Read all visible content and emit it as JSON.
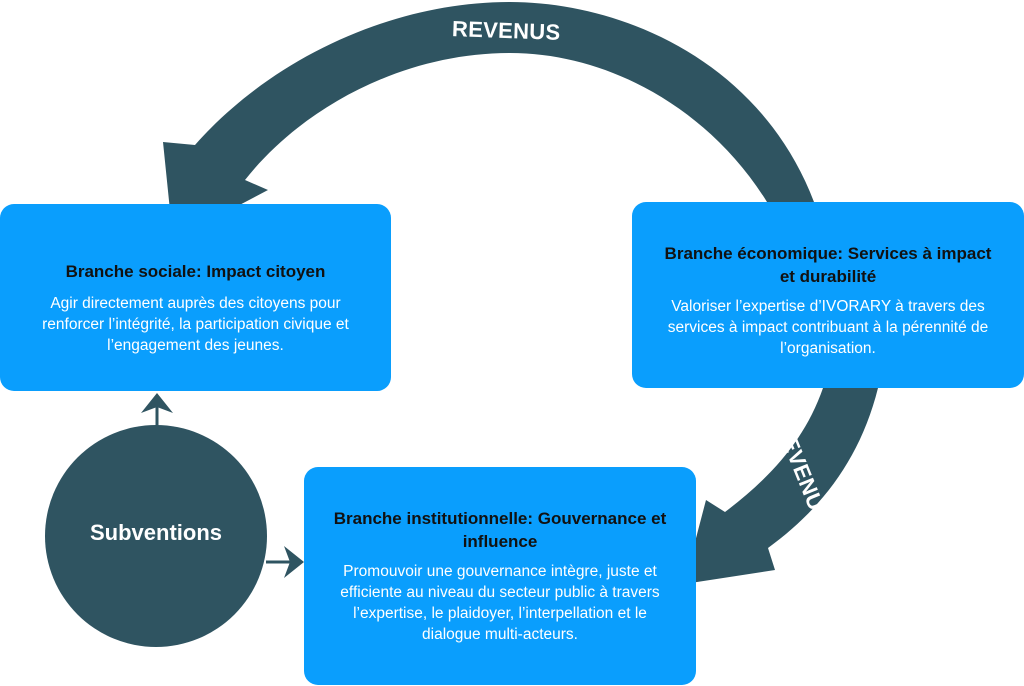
{
  "colors": {
    "box_fill": "#0a9efd",
    "arrow_dark": "#2f5461",
    "title_text": "#111111",
    "desc_text": "#ffffff"
  },
  "arrows": {
    "top_label": "REVENUS",
    "right_label": "REVENUS"
  },
  "source": {
    "label": "Subventions"
  },
  "branches": [
    {
      "title": "Branche sociale: Impact citoyen",
      "description": "Agir directement auprès des citoyens pour renforcer l’intégrité, la participation civique et l’engagement des jeunes."
    },
    {
      "title": "Branche économique: Services à impact et durabilité",
      "description": "Valoriser l’expertise d’IVORARY à travers des services à impact contribuant à la pérennité de l’organisation."
    },
    {
      "title": "Branche institutionnelle: Gouvernance et influence",
      "description": "Promouvoir une gouvernance intègre, juste et efficiente au niveau du secteur public à travers l’expertise, le plaidoyer, l’interpellation et le dialogue multi-acteurs."
    }
  ]
}
